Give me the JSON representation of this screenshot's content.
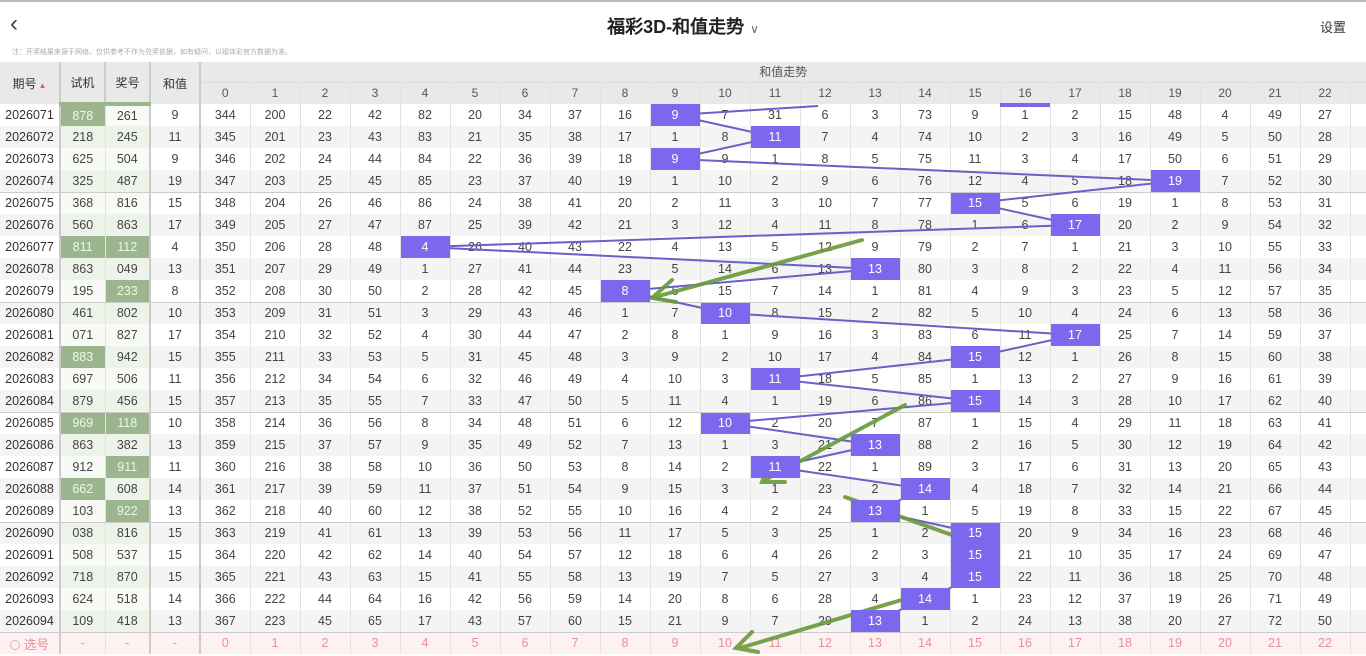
{
  "header": {
    "back_icon": "chevron-left-icon",
    "title": "福彩3D-和值走势",
    "settings": "设置"
  },
  "note": "注：开奖结果来源于网络，仅供参考不作为兑奖依据，如有疑问，以福体彩官方数据为准。",
  "columns": {
    "period": "期号",
    "trial": "试机",
    "draw": "奖号",
    "sum": "和值",
    "trend": "和值走势",
    "trend_values": [
      "0",
      "1",
      "2",
      "3",
      "4",
      "5",
      "6",
      "7",
      "8",
      "9",
      "10",
      "11",
      "12",
      "13",
      "14",
      "15",
      "16",
      "17",
      "18",
      "19",
      "20",
      "21",
      "22"
    ]
  },
  "colors": {
    "hit": "#7b68ee",
    "green": "#9bb68f",
    "line": "#6b5fc9",
    "arrow": "#6a9a3a"
  },
  "rows": [
    {
      "period": "2026071",
      "trial": "878",
      "draw": "261",
      "sum": 9,
      "tg": true,
      "dg": false,
      "o": [
        344,
        200,
        22,
        42,
        82,
        20,
        34,
        37,
        16,
        9,
        7,
        31,
        6,
        3,
        73,
        9,
        1,
        2,
        15,
        48,
        4,
        49,
        27
      ]
    },
    {
      "period": "2026072",
      "trial": "218",
      "draw": "245",
      "sum": 11,
      "tg": false,
      "dg": false,
      "o": [
        345,
        201,
        23,
        43,
        83,
        21,
        35,
        38,
        17,
        1,
        8,
        11,
        7,
        4,
        74,
        10,
        2,
        3,
        16,
        49,
        5,
        50,
        28
      ]
    },
    {
      "period": "2026073",
      "trial": "625",
      "draw": "504",
      "sum": 9,
      "tg": false,
      "dg": false,
      "o": [
        346,
        202,
        24,
        44,
        84,
        22,
        36,
        39,
        18,
        9,
        9,
        1,
        8,
        5,
        75,
        11,
        3,
        4,
        17,
        50,
        6,
        51,
        29
      ]
    },
    {
      "period": "2026074",
      "trial": "325",
      "draw": "487",
      "sum": 19,
      "tg": false,
      "dg": false,
      "o": [
        347,
        203,
        25,
        45,
        85,
        23,
        37,
        40,
        19,
        1,
        10,
        2,
        9,
        6,
        76,
        12,
        4,
        5,
        18,
        19,
        7,
        52,
        30
      ]
    },
    {
      "period": "2026075",
      "trial": "368",
      "draw": "816",
      "sum": 15,
      "tg": false,
      "dg": false,
      "o": [
        348,
        204,
        26,
        46,
        86,
        24,
        38,
        41,
        20,
        2,
        11,
        3,
        10,
        7,
        77,
        15,
        5,
        6,
        19,
        1,
        8,
        53,
        31
      ]
    },
    {
      "period": "2026076",
      "trial": "560",
      "draw": "863",
      "sum": 17,
      "tg": false,
      "dg": false,
      "o": [
        349,
        205,
        27,
        47,
        87,
        25,
        39,
        42,
        21,
        3,
        12,
        4,
        11,
        8,
        78,
        1,
        6,
        17,
        20,
        2,
        9,
        54,
        32
      ]
    },
    {
      "period": "2026077",
      "trial": "811",
      "draw": "112",
      "sum": 4,
      "tg": true,
      "dg": true,
      "o": [
        350,
        206,
        28,
        48,
        4,
        26,
        40,
        43,
        22,
        4,
        13,
        5,
        12,
        9,
        79,
        2,
        7,
        1,
        21,
        3,
        10,
        55,
        33
      ]
    },
    {
      "period": "2026078",
      "trial": "863",
      "draw": "049",
      "sum": 13,
      "tg": false,
      "dg": false,
      "o": [
        351,
        207,
        29,
        49,
        1,
        27,
        41,
        44,
        23,
        5,
        14,
        6,
        13,
        13,
        80,
        3,
        8,
        2,
        22,
        4,
        11,
        56,
        34
      ]
    },
    {
      "period": "2026079",
      "trial": "195",
      "draw": "233",
      "sum": 8,
      "tg": false,
      "dg": true,
      "o": [
        352,
        208,
        30,
        50,
        2,
        28,
        42,
        45,
        8,
        6,
        15,
        7,
        14,
        1,
        81,
        4,
        9,
        3,
        23,
        5,
        12,
        57,
        35
      ]
    },
    {
      "period": "2026080",
      "trial": "461",
      "draw": "802",
      "sum": 10,
      "tg": false,
      "dg": false,
      "o": [
        353,
        209,
        31,
        51,
        3,
        29,
        43,
        46,
        1,
        7,
        10,
        8,
        15,
        2,
        82,
        5,
        10,
        4,
        24,
        6,
        13,
        58,
        36
      ]
    },
    {
      "period": "2026081",
      "trial": "071",
      "draw": "827",
      "sum": 17,
      "tg": false,
      "dg": false,
      "o": [
        354,
        210,
        32,
        52,
        4,
        30,
        44,
        47,
        2,
        8,
        1,
        9,
        16,
        3,
        83,
        6,
        11,
        17,
        25,
        7,
        14,
        59,
        37
      ]
    },
    {
      "period": "2026082",
      "trial": "883",
      "draw": "942",
      "sum": 15,
      "tg": true,
      "dg": false,
      "o": [
        355,
        211,
        33,
        53,
        5,
        31,
        45,
        48,
        3,
        9,
        2,
        10,
        17,
        4,
        84,
        15,
        12,
        1,
        26,
        8,
        15,
        60,
        38
      ]
    },
    {
      "period": "2026083",
      "trial": "697",
      "draw": "506",
      "sum": 11,
      "tg": false,
      "dg": false,
      "o": [
        356,
        212,
        34,
        54,
        6,
        32,
        46,
        49,
        4,
        10,
        3,
        11,
        18,
        5,
        85,
        1,
        13,
        2,
        27,
        9,
        16,
        61,
        39
      ]
    },
    {
      "period": "2026084",
      "trial": "879",
      "draw": "456",
      "sum": 15,
      "tg": false,
      "dg": false,
      "o": [
        357,
        213,
        35,
        55,
        7,
        33,
        47,
        50,
        5,
        11,
        4,
        1,
        19,
        6,
        86,
        15,
        14,
        3,
        28,
        10,
        17,
        62,
        40
      ]
    },
    {
      "period": "2026085",
      "trial": "969",
      "draw": "118",
      "sum": 10,
      "tg": true,
      "dg": true,
      "o": [
        358,
        214,
        36,
        56,
        8,
        34,
        48,
        51,
        6,
        12,
        10,
        2,
        20,
        7,
        87,
        1,
        15,
        4,
        29,
        11,
        18,
        63,
        41
      ]
    },
    {
      "period": "2026086",
      "trial": "863",
      "draw": "382",
      "sum": 13,
      "tg": false,
      "dg": false,
      "o": [
        359,
        215,
        37,
        57,
        9,
        35,
        49,
        52,
        7,
        13,
        1,
        3,
        21,
        13,
        88,
        2,
        16,
        5,
        30,
        12,
        19,
        64,
        42
      ]
    },
    {
      "period": "2026087",
      "trial": "912",
      "draw": "911",
      "sum": 11,
      "tg": false,
      "dg": true,
      "o": [
        360,
        216,
        38,
        58,
        10,
        36,
        50,
        53,
        8,
        14,
        2,
        11,
        22,
        1,
        89,
        3,
        17,
        6,
        31,
        13,
        20,
        65,
        43
      ]
    },
    {
      "period": "2026088",
      "trial": "662",
      "draw": "608",
      "sum": 14,
      "tg": true,
      "dg": false,
      "o": [
        361,
        217,
        39,
        59,
        11,
        37,
        51,
        54,
        9,
        15,
        3,
        1,
        23,
        2,
        14,
        4,
        18,
        7,
        32,
        14,
        21,
        66,
        44
      ]
    },
    {
      "period": "2026089",
      "trial": "103",
      "draw": "922",
      "sum": 13,
      "tg": false,
      "dg": true,
      "o": [
        362,
        218,
        40,
        60,
        12,
        38,
        52,
        55,
        10,
        16,
        4,
        2,
        24,
        13,
        1,
        5,
        19,
        8,
        33,
        15,
        22,
        67,
        45
      ]
    },
    {
      "period": "2026090",
      "trial": "038",
      "draw": "816",
      "sum": 15,
      "tg": false,
      "dg": false,
      "o": [
        363,
        219,
        41,
        61,
        13,
        39,
        53,
        56,
        11,
        17,
        5,
        3,
        25,
        1,
        2,
        15,
        20,
        9,
        34,
        16,
        23,
        68,
        46
      ]
    },
    {
      "period": "2026091",
      "trial": "508",
      "draw": "537",
      "sum": 15,
      "tg": false,
      "dg": false,
      "o": [
        364,
        220,
        42,
        62,
        14,
        40,
        54,
        57,
        12,
        18,
        6,
        4,
        26,
        2,
        3,
        15,
        21,
        10,
        35,
        17,
        24,
        69,
        47
      ]
    },
    {
      "period": "2026092",
      "trial": "718",
      "draw": "870",
      "sum": 15,
      "tg": false,
      "dg": false,
      "o": [
        365,
        221,
        43,
        63,
        15,
        41,
        55,
        58,
        13,
        19,
        7,
        5,
        27,
        3,
        4,
        15,
        22,
        11,
        36,
        18,
        25,
        70,
        48
      ]
    },
    {
      "period": "2026093",
      "trial": "624",
      "draw": "518",
      "sum": 14,
      "tg": false,
      "dg": false,
      "o": [
        366,
        222,
        44,
        64,
        16,
        42,
        56,
        59,
        14,
        20,
        8,
        6,
        28,
        4,
        14,
        1,
        23,
        12,
        37,
        19,
        26,
        71,
        49
      ]
    },
    {
      "period": "2026094",
      "trial": "109",
      "draw": "418",
      "sum": 13,
      "tg": false,
      "dg": false,
      "o": [
        367,
        223,
        45,
        65,
        17,
        43,
        57,
        60,
        15,
        21,
        9,
        7,
        29,
        13,
        1,
        2,
        24,
        13,
        38,
        20,
        27,
        72,
        50
      ]
    }
  ],
  "previous_sum": 16,
  "pick_row": {
    "label": "选号",
    "trial": "-",
    "draw": "-",
    "sum": "-",
    "values": [
      "0",
      "1",
      "2",
      "3",
      "4",
      "5",
      "6",
      "7",
      "8",
      "9",
      "10",
      "11",
      "12",
      "13",
      "14",
      "15",
      "16",
      "17",
      "18",
      "19",
      "20",
      "21",
      "22"
    ]
  }
}
